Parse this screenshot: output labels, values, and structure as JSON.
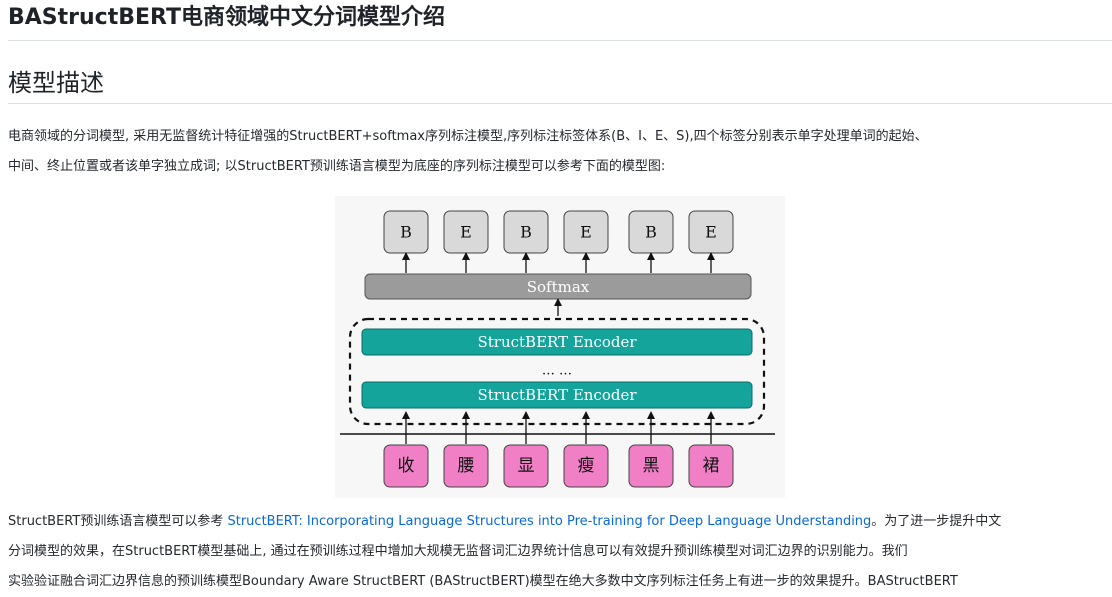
{
  "page": {
    "title": "BAStructBERT电商领域中文分词模型介绍"
  },
  "section": {
    "heading": "模型描述"
  },
  "intro": {
    "line1": "电商领域的分词模型, 采用无监督统计特征增强的StructBERT+softmax序列标注模型,序列标注标签体系(B、I、E、S),四个标签分别表示单字处理单词的起始、",
    "line2": "中间、终止位置或者该单字独立成词; 以StructBERT预训练语言模型为底座的序列标注模型可以参考下面的模型图:"
  },
  "figure": {
    "output_labels": [
      "B",
      "E",
      "B",
      "E",
      "B",
      "E"
    ],
    "softmax_label": "Softmax",
    "encoder_top_label": "StructBERT Encoder",
    "ellipsis": "… …",
    "encoder_bottom_label": "StructBERT Encoder",
    "input_chars": [
      "收",
      "腰",
      "显",
      "瘦",
      "黑",
      "裙"
    ],
    "colors": {
      "output_box": "#d9d9d9",
      "softmax_bar": "#9b9b9b",
      "encoder_bar": "#14a49c",
      "input_box": "#f07fc6"
    }
  },
  "body": {
    "line1_prefix": "StructBERT预训练语言模型可以参考 ",
    "link_text": "StructBERT: Incorporating Language Structures into Pre-training for Deep Language Understanding",
    "line1_suffix": "。为了进一步提升中文",
    "line2": "分词模型的效果，在StructBERT模型基础上, 通过在预训练过程中增加大规模无监督词汇边界统计信息可以有效提升预训练模型对词汇边界的识别能力。我们",
    "line3": "实验验证融合词汇边界信息的预训练模型Boundary Aware StructBERT (BAStructBERT)模型在绝大多数中文序列标注任务上有进一步的效果提升。BAStructBERT"
  }
}
